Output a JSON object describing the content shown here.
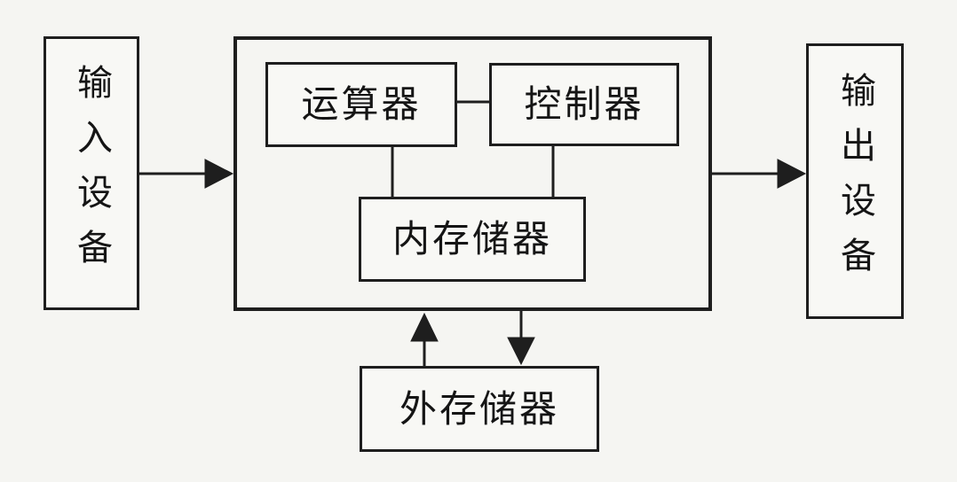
{
  "diagram": {
    "type": "block-diagram",
    "language": "zh-CN",
    "nodes": {
      "input_device": {
        "label": "输入设备"
      },
      "host": {
        "label": ""
      },
      "alu": {
        "label": "运算器"
      },
      "controller": {
        "label": "控制器"
      },
      "internal_memory": {
        "label": "内存储器"
      },
      "external_memory": {
        "label": "外存储器"
      },
      "output_device": {
        "label": "输出设备"
      }
    },
    "edges": [
      {
        "from": "input_device",
        "to": "host",
        "style": "arrow-right"
      },
      {
        "from": "host",
        "to": "output_device",
        "style": "arrow-right"
      },
      {
        "from": "alu",
        "to": "controller",
        "style": "plain"
      },
      {
        "from": "alu",
        "to": "internal_memory",
        "style": "plain"
      },
      {
        "from": "controller",
        "to": "internal_memory",
        "style": "plain"
      },
      {
        "from": "external_memory",
        "to": "host",
        "style": "arrow-up"
      },
      {
        "from": "host",
        "to": "external_memory",
        "style": "arrow-down"
      }
    ],
    "colors": {
      "background": "#f5f5f2",
      "line": "#1e1e1e",
      "text": "#151515",
      "box_fill": "#f8f8f5"
    }
  }
}
